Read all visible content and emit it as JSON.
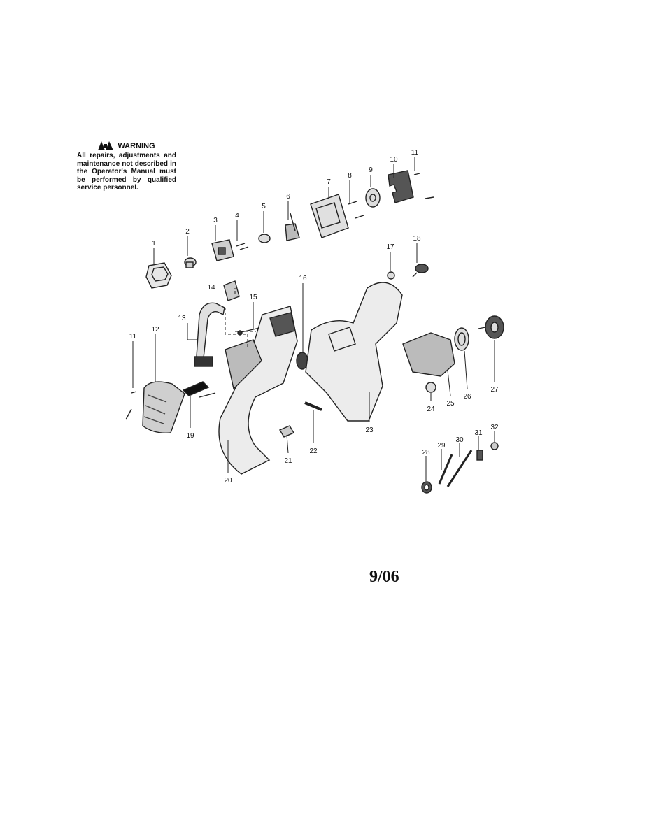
{
  "warning": {
    "title": "WARNING",
    "text": "All repairs, adjustments and maintenance not described in the Operator's Manual must be performed by qualified service personnel."
  },
  "date_code": "9/06",
  "callouts": [
    "1",
    "2",
    "3",
    "4",
    "5",
    "6",
    "7",
    "8",
    "9",
    "10",
    "11",
    "12",
    "13",
    "14",
    "15",
    "16",
    "17",
    "18",
    "19",
    "20",
    "21",
    "22",
    "23",
    "24",
    "25",
    "26",
    "27",
    "28",
    "29",
    "30",
    "31",
    "32",
    "11"
  ]
}
